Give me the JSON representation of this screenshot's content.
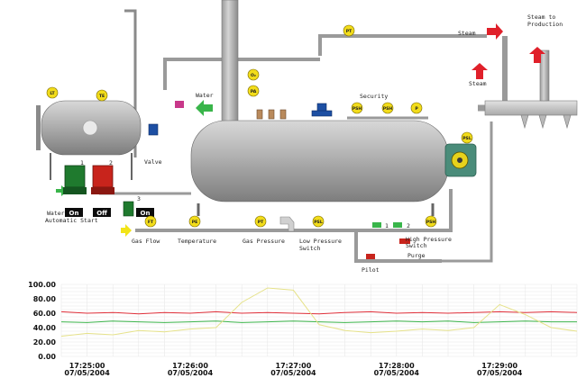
{
  "labels": {
    "steam": "Steam",
    "steam_up": "Steam",
    "steam_to_production_1": "Steam to",
    "steam_to_production_2": "Production",
    "water": "Water",
    "valve": "Valve",
    "security": "Security",
    "water_automatic_start_1": "Water",
    "water_automatic_start_2": "Automatic Start",
    "gas_flow": "Gas Flow",
    "temperature": "Temperature",
    "gas_pressure": "Gas Pressure",
    "low_pressure_switch_1": "Low Pressure",
    "low_pressure_switch_2": "Switch",
    "high_pressure_switch_1": "High Pressure",
    "high_pressure_switch_2": "Switch",
    "purge": "Purge",
    "pilot": "Pilot",
    "pump_1_num": "1",
    "pump_2_num": "2",
    "pump_3_num": "3",
    "valve_1_num": "1",
    "valve_2_num": "2"
  },
  "instruments": {
    "lt": "LT",
    "te": "TE",
    "pt_top": "PT",
    "o2": "O₂",
    "pa": "PA",
    "psh_1": "PSH",
    "psh_2": "PSH",
    "p": "P",
    "psl_burner": "PSL",
    "ft": "FT",
    "pe": "PE",
    "pt_gas": "PT",
    "psl_low": "PSL",
    "psh_high": "PSH"
  },
  "controls": {
    "pump_1_state": "On",
    "pump_2_state": "Off",
    "pump_3_state": "On"
  },
  "colors": {
    "instrument_yellow": "#f2dc1a",
    "pump_on_green": "#1f7a2e",
    "pump_off_red": "#c8241c",
    "arrow_red": "#e0202a",
    "arrow_green": "#39b54a",
    "arrow_yellow": "#f2e418",
    "valve_blue": "#1d4fa3",
    "vessel_gray": "#a9a9a9",
    "series_red": "#e0303a",
    "series_green": "#3cb44b",
    "series_yellow": "#e6e28a"
  },
  "chart_data": {
    "type": "line",
    "y_ticks": [
      "100.00",
      "80.00",
      "60.00",
      "40.00",
      "20.00",
      "0.00"
    ],
    "ylim": [
      0,
      100
    ],
    "x_ticks": [
      {
        "time": "17:25:00",
        "date": "07/05/2004"
      },
      {
        "time": "17:26:00",
        "date": "07/05/2004"
      },
      {
        "time": "17:27:00",
        "date": "07/05/2004"
      },
      {
        "time": "17:28:00",
        "date": "07/05/2004"
      },
      {
        "time": "17:29:00",
        "date": "07/05/2004"
      }
    ],
    "x": [
      "17:24:45",
      "17:25:00",
      "17:25:15",
      "17:25:30",
      "17:25:45",
      "17:26:00",
      "17:26:15",
      "17:26:30",
      "17:26:45",
      "17:27:00",
      "17:27:15",
      "17:27:30",
      "17:27:45",
      "17:28:00",
      "17:28:15",
      "17:28:30",
      "17:28:45",
      "17:29:00",
      "17:29:15",
      "17:29:30",
      "17:29:45"
    ],
    "grid": true,
    "series": [
      {
        "color": "#e0303a",
        "values": [
          62,
          60,
          61,
          59,
          61,
          60,
          62,
          60,
          61,
          60,
          59,
          61,
          62,
          60,
          61,
          60,
          61,
          62,
          61,
          62,
          61
        ]
      },
      {
        "color": "#3cb44b",
        "values": [
          48,
          47,
          49,
          48,
          47,
          48,
          49,
          47,
          48,
          49,
          48,
          47,
          48,
          49,
          48,
          49,
          47,
          48,
          49,
          48,
          48
        ]
      },
      {
        "color": "#e6e28a",
        "values": [
          28,
          32,
          30,
          36,
          34,
          38,
          40,
          75,
          95,
          92,
          44,
          36,
          33,
          35,
          38,
          36,
          40,
          72,
          58,
          40,
          35
        ]
      }
    ]
  }
}
